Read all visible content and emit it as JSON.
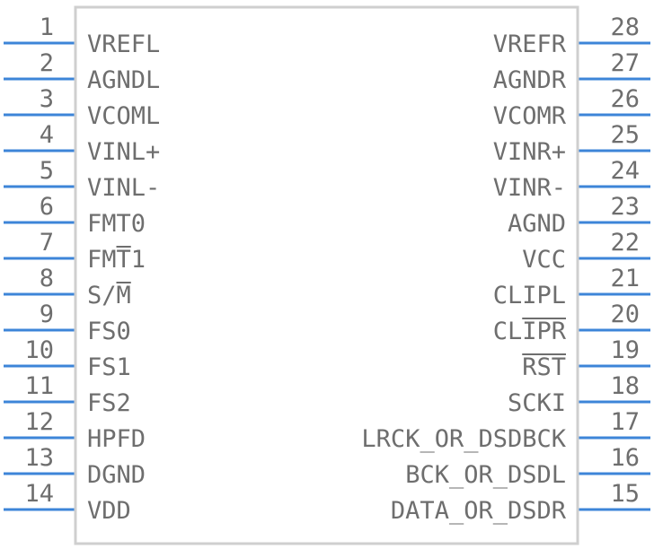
{
  "component": {
    "left_pins": [
      {
        "number": "1",
        "label": "VREFL"
      },
      {
        "number": "2",
        "label": "AGNDL"
      },
      {
        "number": "3",
        "label": "VCOML"
      },
      {
        "number": "4",
        "label": "VINL+"
      },
      {
        "number": "5",
        "label": "VINL-"
      },
      {
        "number": "6",
        "label": "FMT0"
      },
      {
        "number": "7",
        "label": "FMT1",
        "overbar": "T"
      },
      {
        "number": "8",
        "label": "S/M",
        "overbar": "M"
      },
      {
        "number": "9",
        "label": "FS0"
      },
      {
        "number": "10",
        "label": "FS1"
      },
      {
        "number": "11",
        "label": "FS2"
      },
      {
        "number": "12",
        "label": "HPFD"
      },
      {
        "number": "13",
        "label": "DGND"
      },
      {
        "number": "14",
        "label": "VDD"
      }
    ],
    "right_pins": [
      {
        "number": "28",
        "label": "VREFR"
      },
      {
        "number": "27",
        "label": "AGNDR"
      },
      {
        "number": "26",
        "label": "VCOMR"
      },
      {
        "number": "25",
        "label": "VINR+"
      },
      {
        "number": "24",
        "label": "VINR-"
      },
      {
        "number": "23",
        "label": "AGND"
      },
      {
        "number": "22",
        "label": "VCC"
      },
      {
        "number": "21",
        "label": "CLIPL"
      },
      {
        "number": "20",
        "label": "CLIPR",
        "overbar": "IPR"
      },
      {
        "number": "19",
        "label": "RST",
        "overbar": "RST"
      },
      {
        "number": "18",
        "label": "SCKI"
      },
      {
        "number": "17",
        "label": "LRCK_OR_DSDBCK"
      },
      {
        "number": "16",
        "label": "BCK_OR_DSDL"
      },
      {
        "number": "15",
        "label": "DATA_OR_DSDR"
      }
    ]
  }
}
